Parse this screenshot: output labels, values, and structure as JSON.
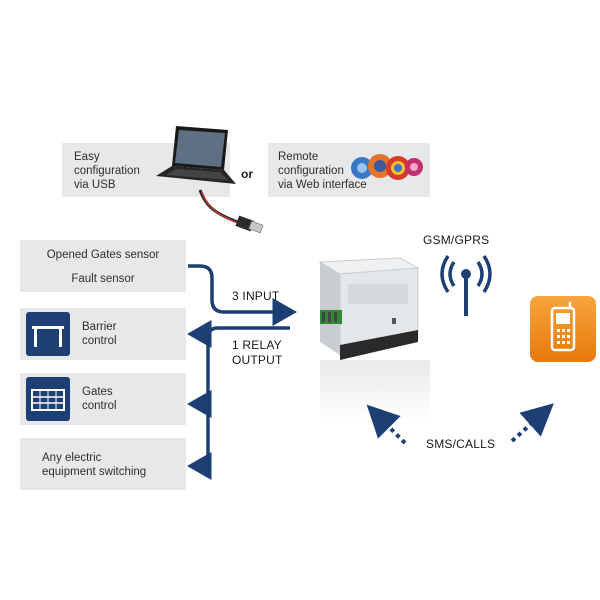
{
  "config": {
    "usb_line1": "Easy",
    "usb_line2": "configuration",
    "usb_line3": "via USB",
    "or_label": "or",
    "web_line1": "Remote",
    "web_line2": "configuration",
    "web_line3": "via Web interface"
  },
  "sensors": {
    "line1": "Opened Gates sensor",
    "line2": "Fault sensor"
  },
  "outputs": {
    "barrier_line1": "Barrier",
    "barrier_line2": "control",
    "gates_line1": "Gates",
    "gates_line2": "control",
    "equip_line1": "Any electric",
    "equip_line2": "equipment switching"
  },
  "io_labels": {
    "input": "3 INPUT",
    "relay_line1": "1 RELAY",
    "relay_line2": "OUTPUT"
  },
  "comm": {
    "gsm": "GSM/GPRS",
    "sms": "SMS/CALLS"
  },
  "colors": {
    "navy": "#1d3f73",
    "panel": "#e7e8ea",
    "phone_orange": "#f08a1c"
  }
}
